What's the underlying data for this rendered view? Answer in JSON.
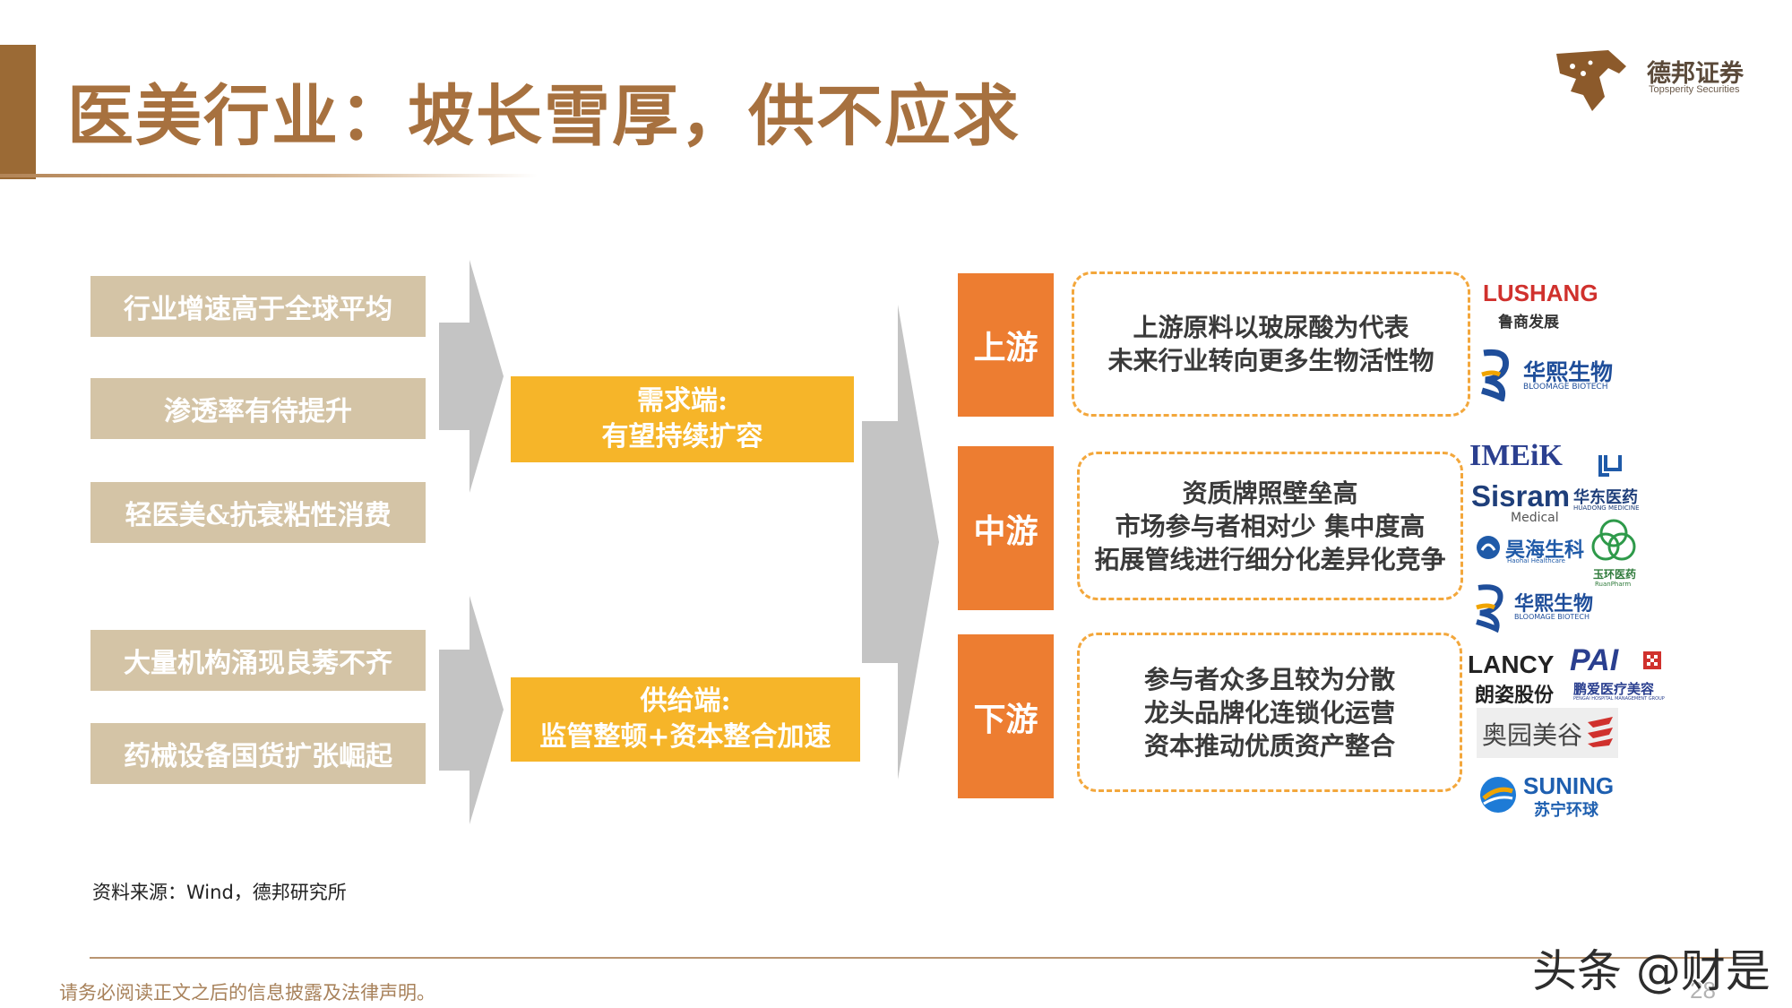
{
  "header": {
    "title": "医美行业：坡长雪厚，供不应求",
    "logo_cn": "德邦证券",
    "logo_en": "Topsperity Securities"
  },
  "factors": [
    "行业增速高于全球平均",
    "渗透率有待提升",
    "轻医美&抗衰粘性消费",
    "大量机构涌现良莠不齐",
    "药械设备国货扩张崛起"
  ],
  "demand": {
    "line1": "需求端:",
    "line2": "有望持续扩容"
  },
  "supply": {
    "line1": "供给端:",
    "line2": "监管整顿+资本整合加速"
  },
  "chain": [
    {
      "stage": "上游",
      "lines": [
        "上游原料以玻尿酸为代表",
        "未来行业转向更多生物活性物"
      ]
    },
    {
      "stage": "中游",
      "lines": [
        "资质牌照壁垒高",
        "市场参与者相对少  集中度高",
        "拓展管线进行细分化差异化竞争"
      ]
    },
    {
      "stage": "下游",
      "lines": [
        "参与者众多且较为分散",
        "龙头品牌化连锁化运营",
        "资本推动优质资产整合"
      ]
    }
  ],
  "companies": {
    "lushang_en": "LUSHANG",
    "lushang_cn": "鲁商发展",
    "huaxi_cn": "华熙生物",
    "huaxi_en": "BLOOMAGE BIOTECH",
    "imeik": "IMEiK",
    "sisram": "Sisram",
    "sisram_sub": "Medical",
    "huadong_cn": "华东医药",
    "huadong_en": "HUADONG MEDICINE",
    "haohai_cn": "昊海生科",
    "haohai_en": "Haohai Healthcare",
    "yuanhuan_cn": "玉环医药",
    "yuanhuan_en": "RuanPharm",
    "huaxi2_cn": "华熙生物",
    "huaxi2_en": "BLOOMAGE BIOTECH",
    "lancy_en": "LANCY",
    "lancy_cn": "朗姿股份",
    "pai_en": "PAI",
    "pai_cn": "鹏爱医疗美容",
    "pai_sub": "PENGAI HOSPITAL MANAGEMENT GROUP",
    "aoyuan_cn": "奥园美谷",
    "suning_en": "SUNING",
    "suning_cn": "苏宁环球"
  },
  "footer": {
    "source": "资料来源：Wind，德邦研究所",
    "disclaimer": "请务必阅读正文之后的信息披露及法律声明。",
    "page": "28",
    "watermark": "头条 @财是"
  },
  "colors": {
    "title": "#a7713f",
    "factor_box": "#d4c4a6",
    "demand_box": "#f6b529",
    "stage_box": "#ed7d31",
    "dash_border": "#f3a73c",
    "arrow_gray": "#c4c4c4"
  }
}
